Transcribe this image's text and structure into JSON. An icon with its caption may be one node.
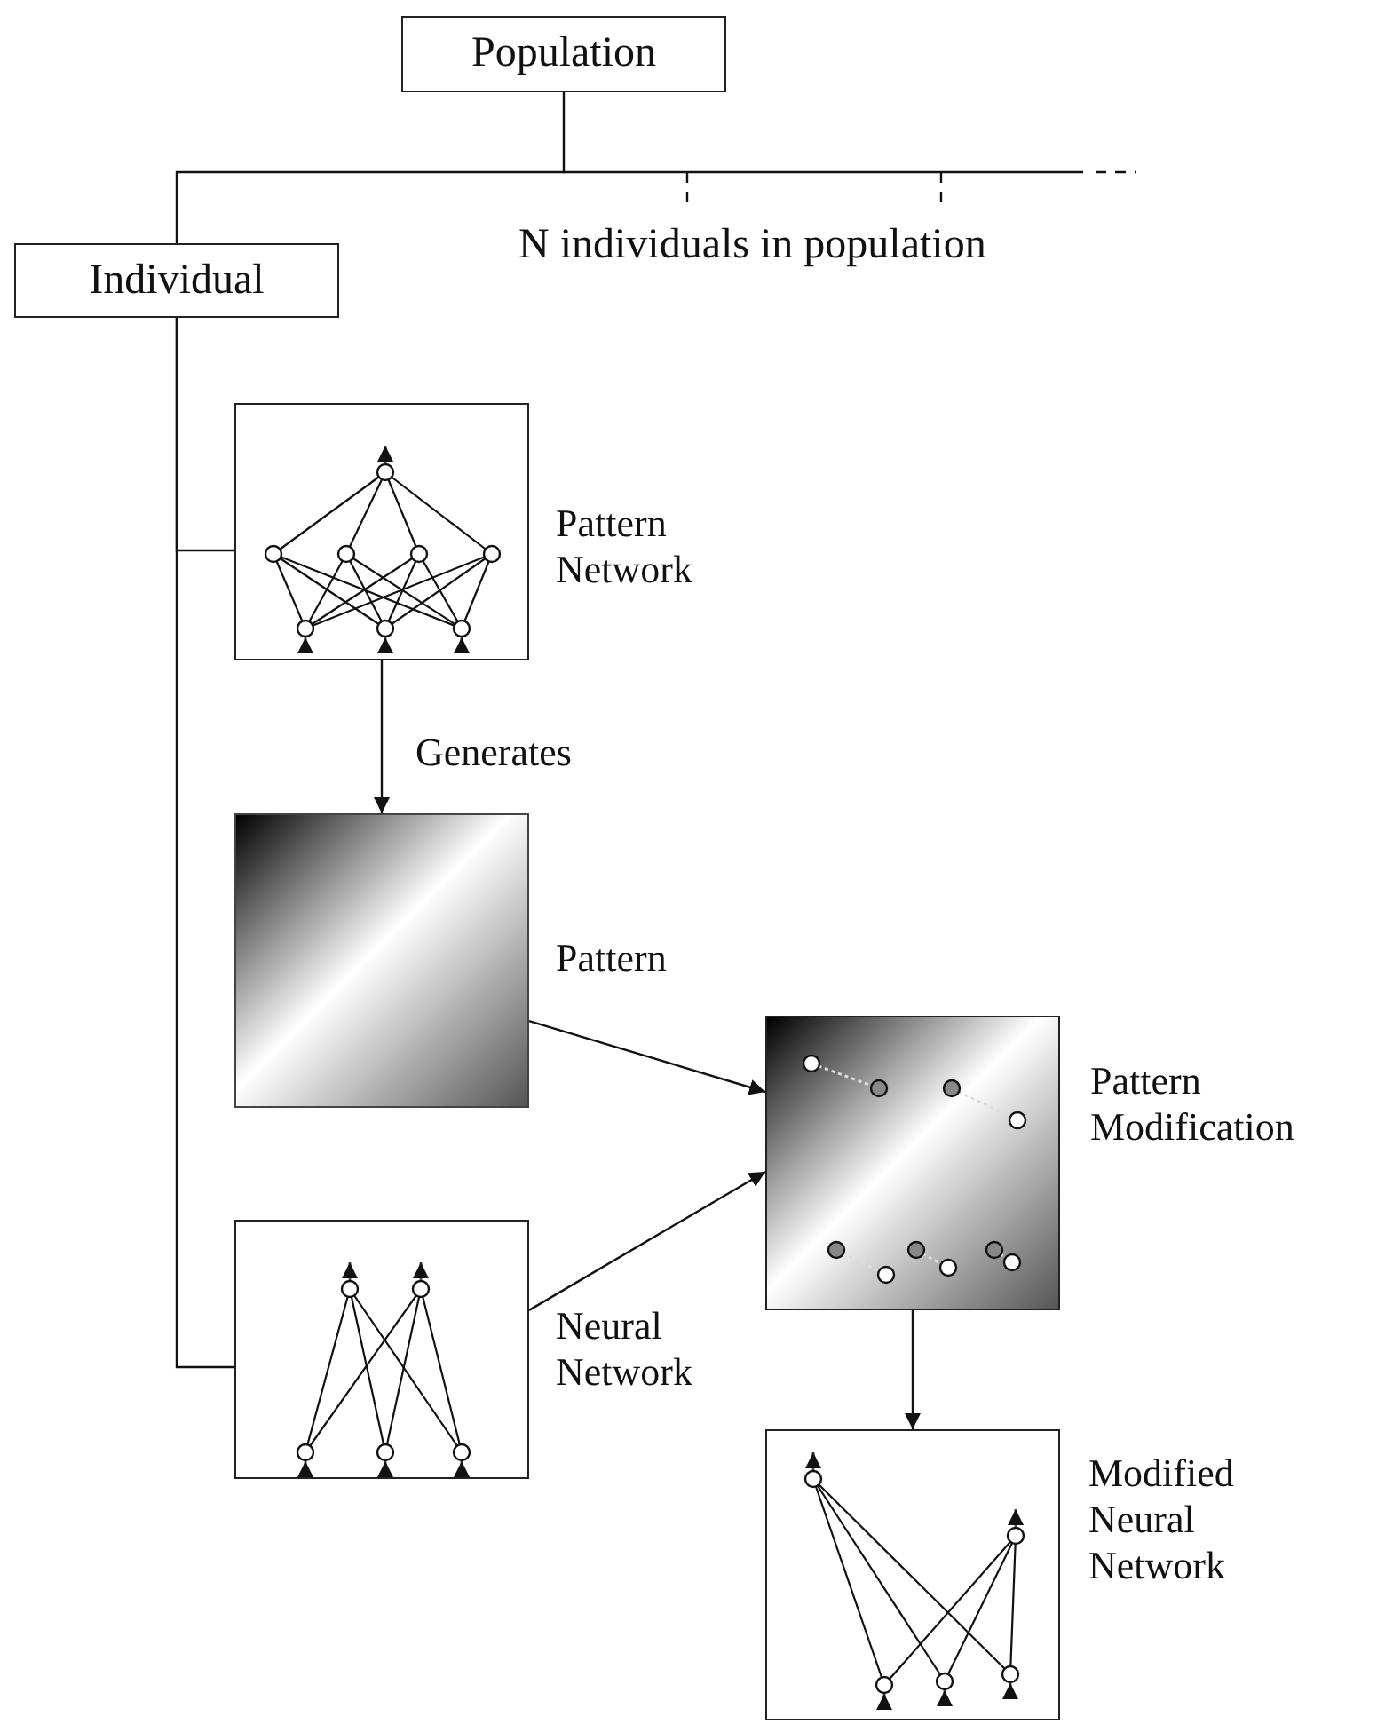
{
  "diagram": {
    "nodes": [
      {
        "text": [
          "Population"
        ]
      },
      {
        "text": [
          "Individual"
        ]
      },
      {
        "text": [],
        "shape": "picture",
        "beside": [
          "Pattern Network"
        ]
      },
      {
        "text": [],
        "shape": "box",
        "beside": [
          "Pattern"
        ]
      },
      {
        "text": [],
        "shape": "picture",
        "beside": [
          "Pattern Modification"
        ]
      },
      {
        "text": [],
        "shape": "picture",
        "beside": [
          "Neural Network"
        ]
      },
      {
        "text": [],
        "shape": "picture",
        "beside": [
          "Modified Neural Network"
        ]
      }
    ],
    "edges": [
      {
        "from": 0,
        "to": 1,
        "arrow": "none"
      },
      {
        "from": 1,
        "to": 2,
        "arrow": "none"
      },
      {
        "from": 1,
        "to": 5,
        "arrow": "none"
      },
      {
        "from": 2,
        "to": 3,
        "arrow": "to",
        "label": "Generates"
      },
      {
        "from": 3,
        "to": 4,
        "arrow": "to"
      },
      {
        "from": 5,
        "to": 4,
        "arrow": "to"
      },
      {
        "from": 4,
        "to": 6,
        "arrow": "to"
      }
    ],
    "labels": [
      "N individuals in population"
    ]
  }
}
